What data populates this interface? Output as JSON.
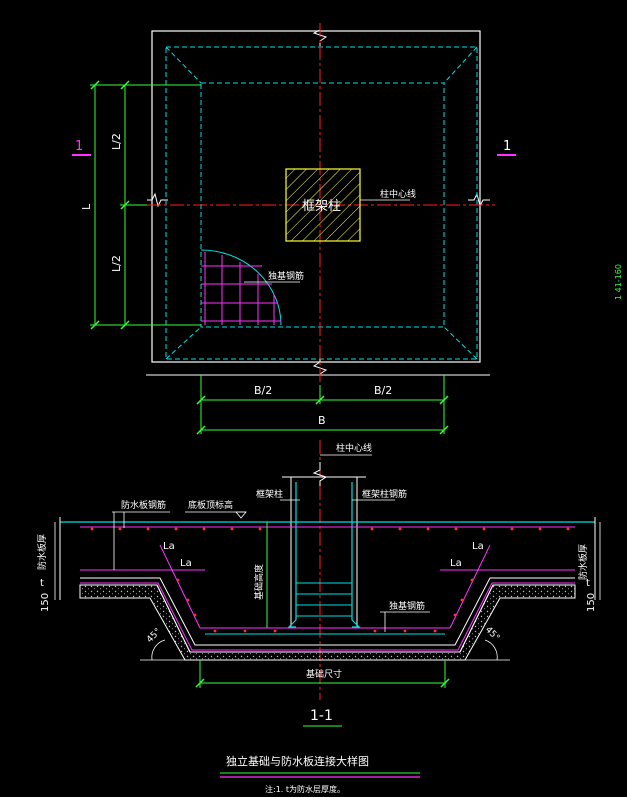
{
  "colors": {
    "background": "#000000",
    "outline": "#ffffff",
    "cyan": "#00e0e0",
    "centerline": "#ff2020",
    "dimension": "#33ff33",
    "magenta": "#ff33ff",
    "column": "#ffff33",
    "fill": "#c0c0c0",
    "red_dot": "#ff3333"
  },
  "plan": {
    "section_mark_left": "1",
    "section_mark_right": "1",
    "dim_half_left_top": "L/2",
    "dim_half_left_bottom": "L/2",
    "dim_full_left": "L",
    "column_label": "框架柱",
    "column_center_label": "柱中心线",
    "rebar_label": "独基钢筋",
    "dim_half_bottom_left": "B/2",
    "dim_half_bottom_right": "B/2",
    "dim_full_bottom": "B"
  },
  "section": {
    "column_center_label": "柱中心线",
    "column_label": "框架柱",
    "column_rebar_label": "框架柱钢筋",
    "slab_rebar_label": "防水板钢筋",
    "slab_bottom_elev_label": "底板顶标高",
    "left_vertical_label": "防水板厚",
    "right_vertical_label": "防水板厚",
    "left_thickness_t": "t",
    "right_thickness_t": "t",
    "left_dim_150": "150",
    "right_dim_150": "150",
    "anchor_left_1": "La",
    "anchor_left_2": "La",
    "anchor_right_1": "La",
    "anchor_right_2": "La",
    "foundation_height_label": "基础高度",
    "foundation_rebar_label": "独基钢筋",
    "angle_left": "45°",
    "angle_right": "45°",
    "foundation_size_label": "基础尺寸",
    "section_title": "1-1"
  },
  "footer": {
    "drawing_title": "独立基础与防水板连接大样图",
    "note": "注:1. t为防水层厚度。"
  },
  "side_text": "1 41-160"
}
